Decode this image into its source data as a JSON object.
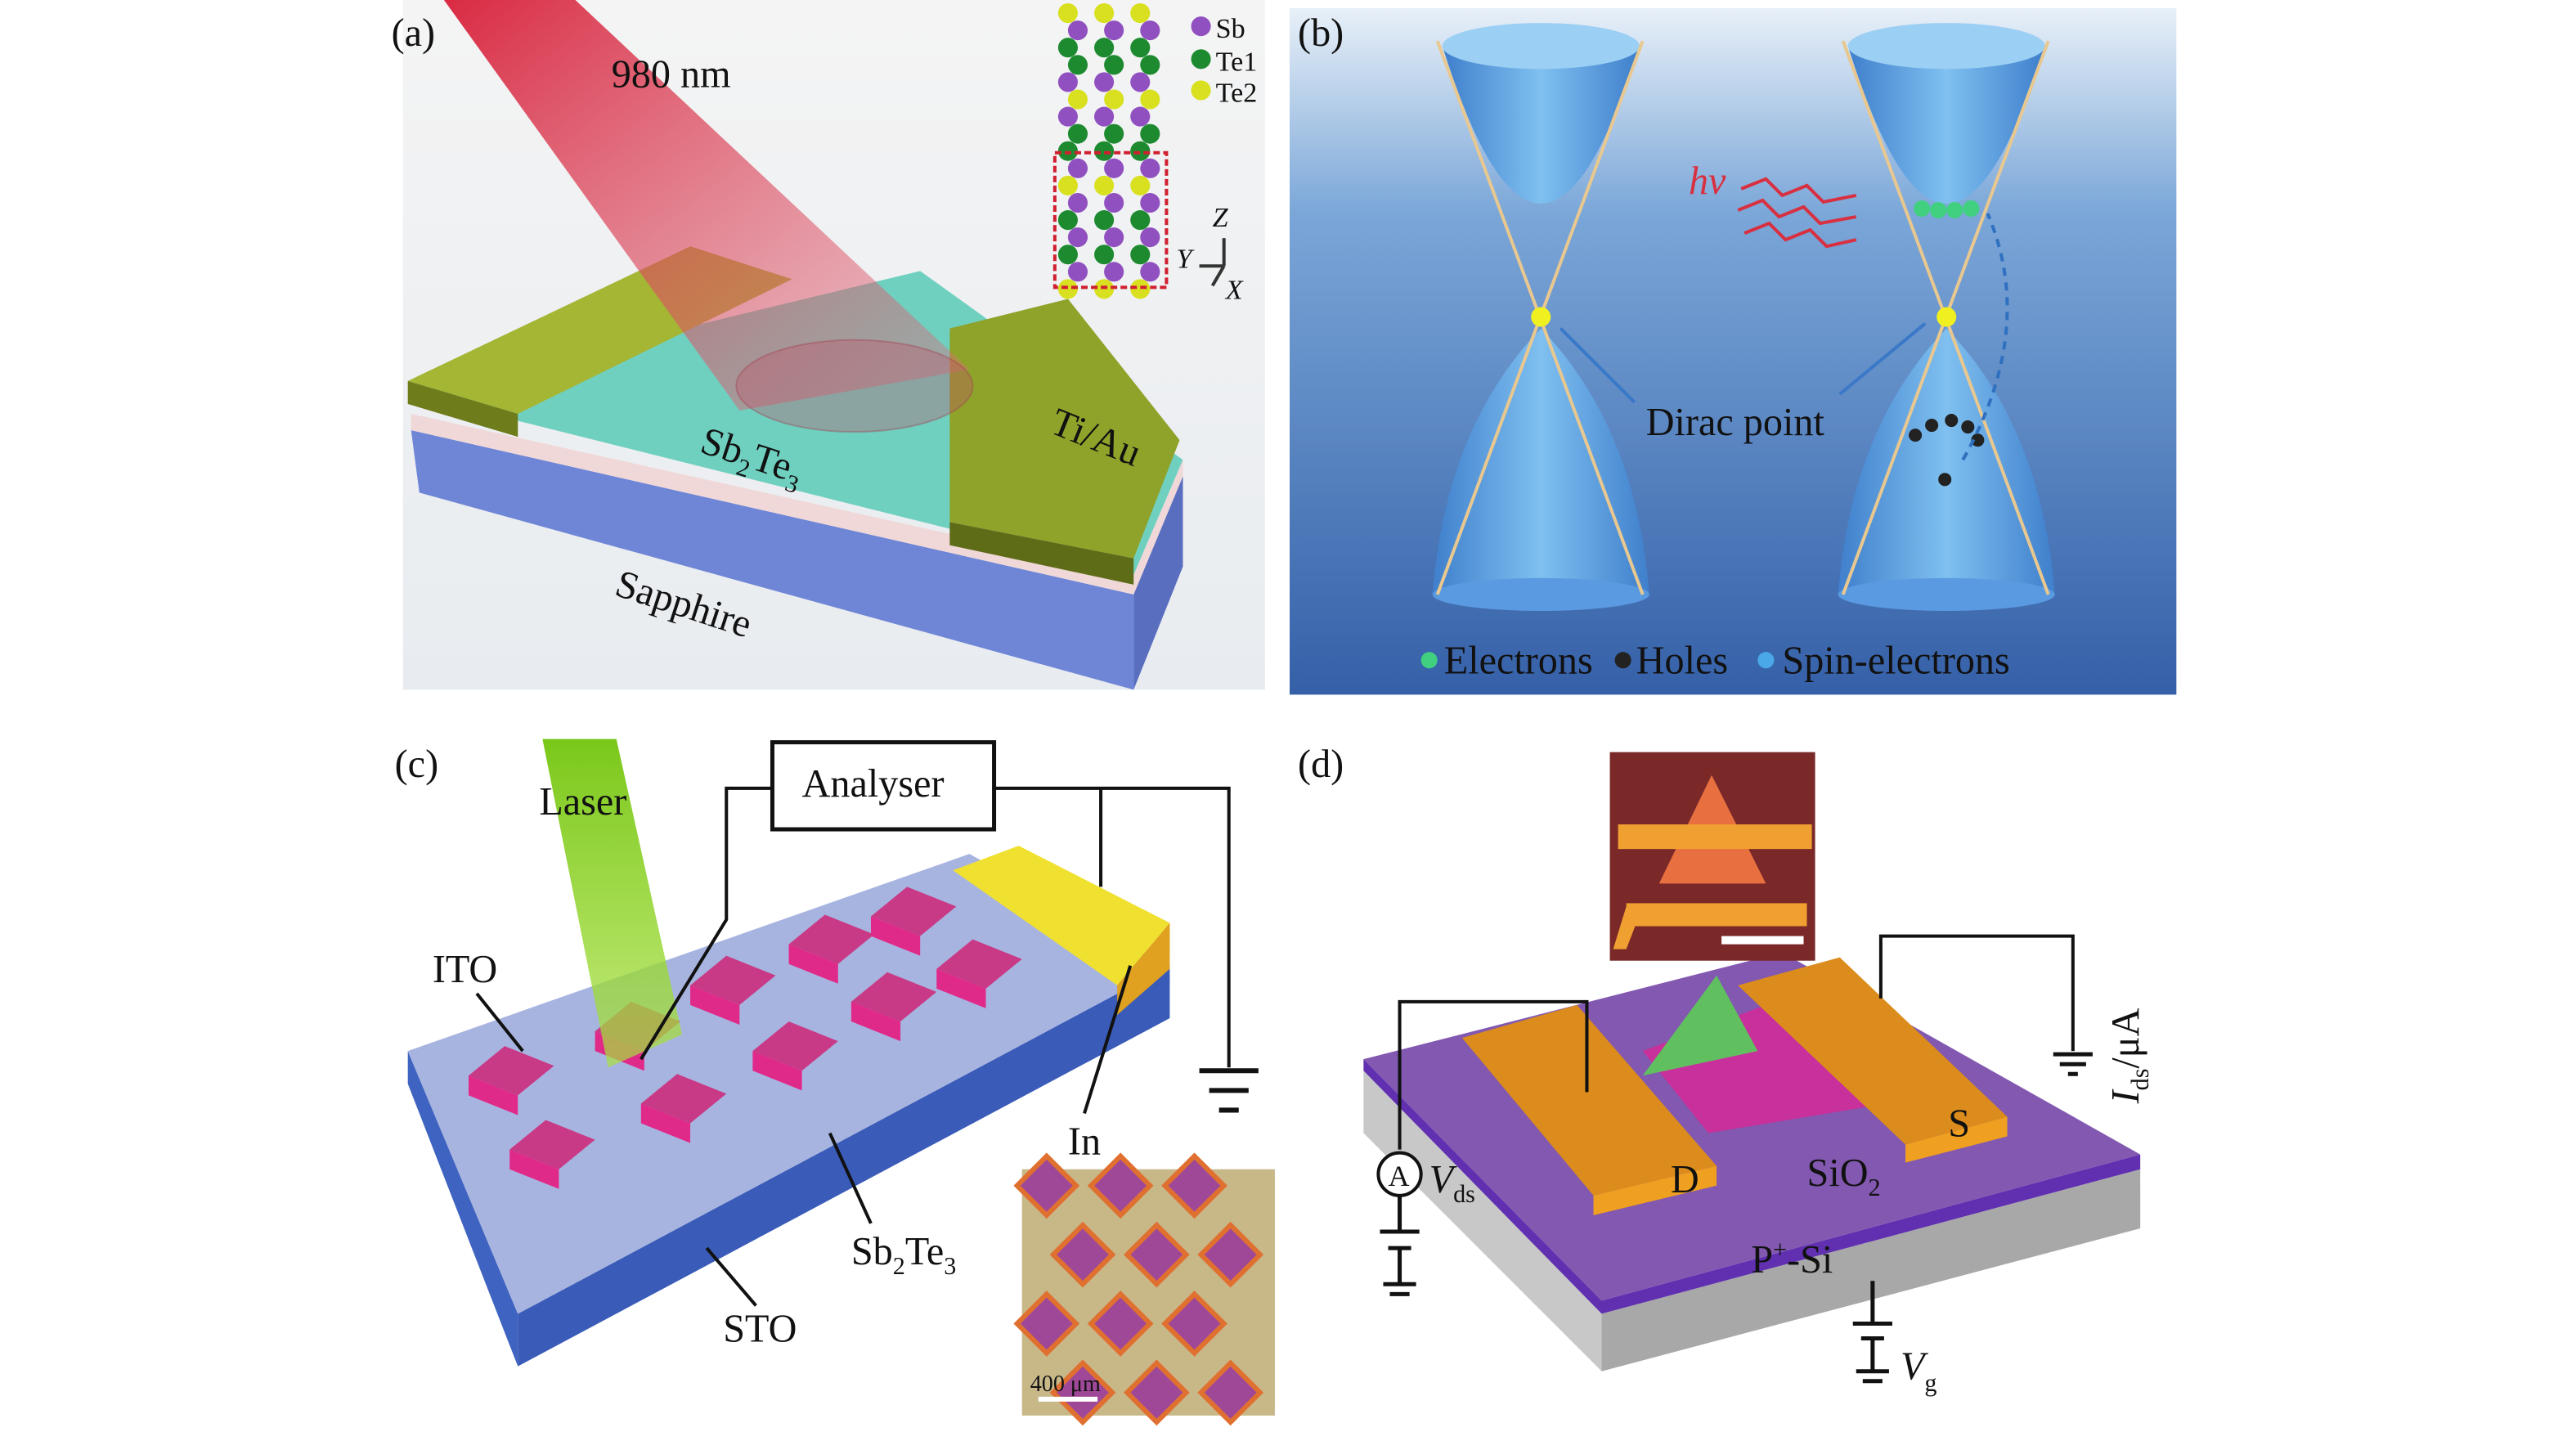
{
  "panels": {
    "a": {
      "label": "(a)",
      "wavelength": "980 nm",
      "material_main": "Sb",
      "material_sub1": "2",
      "material_te": "Te",
      "material_sub2": "3",
      "electrode": "Ti/Au",
      "substrate": "Sapphire",
      "legend": [
        "Sb",
        "Te1",
        "Te2"
      ],
      "axes": {
        "z": "Z",
        "y": "Y",
        "x": "X"
      }
    },
    "b": {
      "label": "(b)",
      "photon": "hν",
      "dirac_point": "Dirac point",
      "legend": [
        "Electrons",
        "Holes",
        "Spin-electrons"
      ]
    },
    "c": {
      "label": "(c)",
      "laser": "Laser",
      "analyser": "Analyser",
      "ito": "ITO",
      "indium": "In",
      "film_main": "Sb",
      "film_sub1": "2",
      "film_te": "Te",
      "film_sub2": "3",
      "substrate": "STO",
      "scale_bar": "400 μm"
    },
    "d": {
      "label": "(d)",
      "current_main": "I",
      "current_sub": "ds",
      "current_unit": "/μA",
      "source": "S",
      "drain": "D",
      "oxide_main": "SiO",
      "oxide_sub": "2",
      "silicon_main": "P",
      "silicon_sup": "+",
      "silicon_rest": "-Si",
      "vds_main": "V",
      "vds_sub": "ds",
      "vg_main": "V",
      "vg_sub": "g",
      "ammeter": "A"
    }
  },
  "colors": {
    "sapphire": "#6f86d6",
    "film": "#6fd0c0",
    "gold": "#8fa22a",
    "laser_red": "#d0283c",
    "cone_blue": "#4e8fd8",
    "ito": "#d0307a",
    "sto": "#3f63c0",
    "oxide": "#8258b0",
    "electrode_orange": "#dc8c1c"
  }
}
